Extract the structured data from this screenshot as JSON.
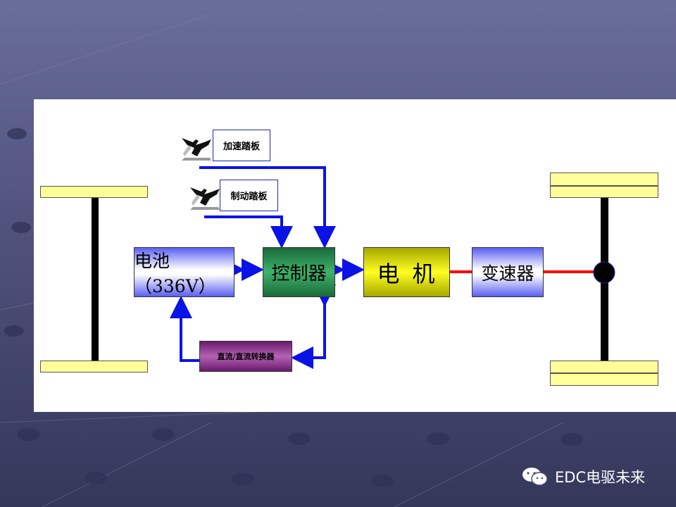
{
  "diagram": {
    "battery_label": "电池（336V）",
    "controller_label": "控制器",
    "motor_label": "电机",
    "gearbox_label": "变速器",
    "dcdc_label": "直流/直流转换器",
    "accel_pedal_label": "加速踏板",
    "brake_pedal_label": "制动踏板"
  },
  "colors": {
    "signal_line": "#0a12e6",
    "drive_shaft": "#ff0000",
    "axle": "#000000",
    "wheel": "#ffff99"
  },
  "watermark": {
    "text": "EDC电驱未来",
    "icon": "wechat-icon"
  }
}
